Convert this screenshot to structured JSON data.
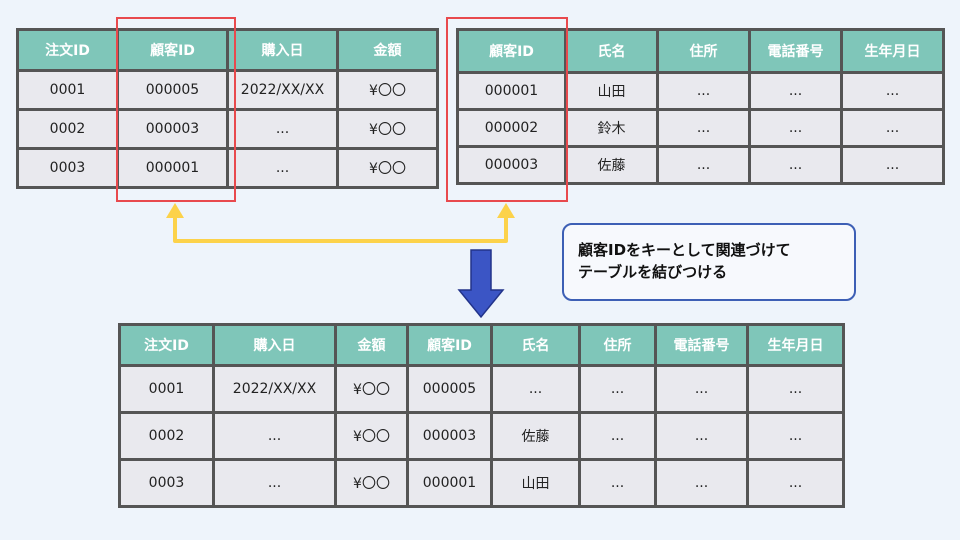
{
  "orders_table": {
    "headers": [
      "注文ID",
      "顧客ID",
      "購入日",
      "金額"
    ],
    "rows": [
      [
        "0001",
        "000005",
        "2022/XX/XX",
        "¥〇〇"
      ],
      [
        "0002",
        "000003",
        "...",
        "¥〇〇"
      ],
      [
        "0003",
        "000001",
        "...",
        "¥〇〇"
      ]
    ]
  },
  "customers_table": {
    "headers": [
      "顧客ID",
      "氏名",
      "住所",
      "電話番号",
      "生年月日"
    ],
    "rows": [
      [
        "000001",
        "山田",
        "...",
        "...",
        "..."
      ],
      [
        "000002",
        "鈴木",
        "...",
        "...",
        "..."
      ],
      [
        "000003",
        "佐藤",
        "...",
        "...",
        "..."
      ]
    ]
  },
  "joined_table": {
    "headers": [
      "注文ID",
      "購入日",
      "金額",
      "顧客ID",
      "氏名",
      "住所",
      "電話番号",
      "生年月日"
    ],
    "rows": [
      [
        "0001",
        "2022/XX/XX",
        "¥〇〇",
        "000005",
        "...",
        "...",
        "...",
        "..."
      ],
      [
        "0002",
        "...",
        "¥〇〇",
        "000003",
        "佐藤",
        "...",
        "...",
        "..."
      ],
      [
        "0003",
        "...",
        "¥〇〇",
        "000001",
        "山田",
        "...",
        "...",
        "..."
      ]
    ]
  },
  "callout": {
    "line1": "顧客IDをキーとして関連づけて",
    "line2": "テーブルを結びつける"
  },
  "colors": {
    "header_bg": "#7fc6b9",
    "cell_bg": "#e9e9ee",
    "highlight": "#e8494d",
    "link_arrow": "#fcd24a",
    "down_arrow": "#3b55c5",
    "callout_border": "#3d5fb5"
  },
  "icons": {
    "link_arrow": "double-headed-arrow-icon",
    "down_arrow": "down-arrow-icon"
  }
}
